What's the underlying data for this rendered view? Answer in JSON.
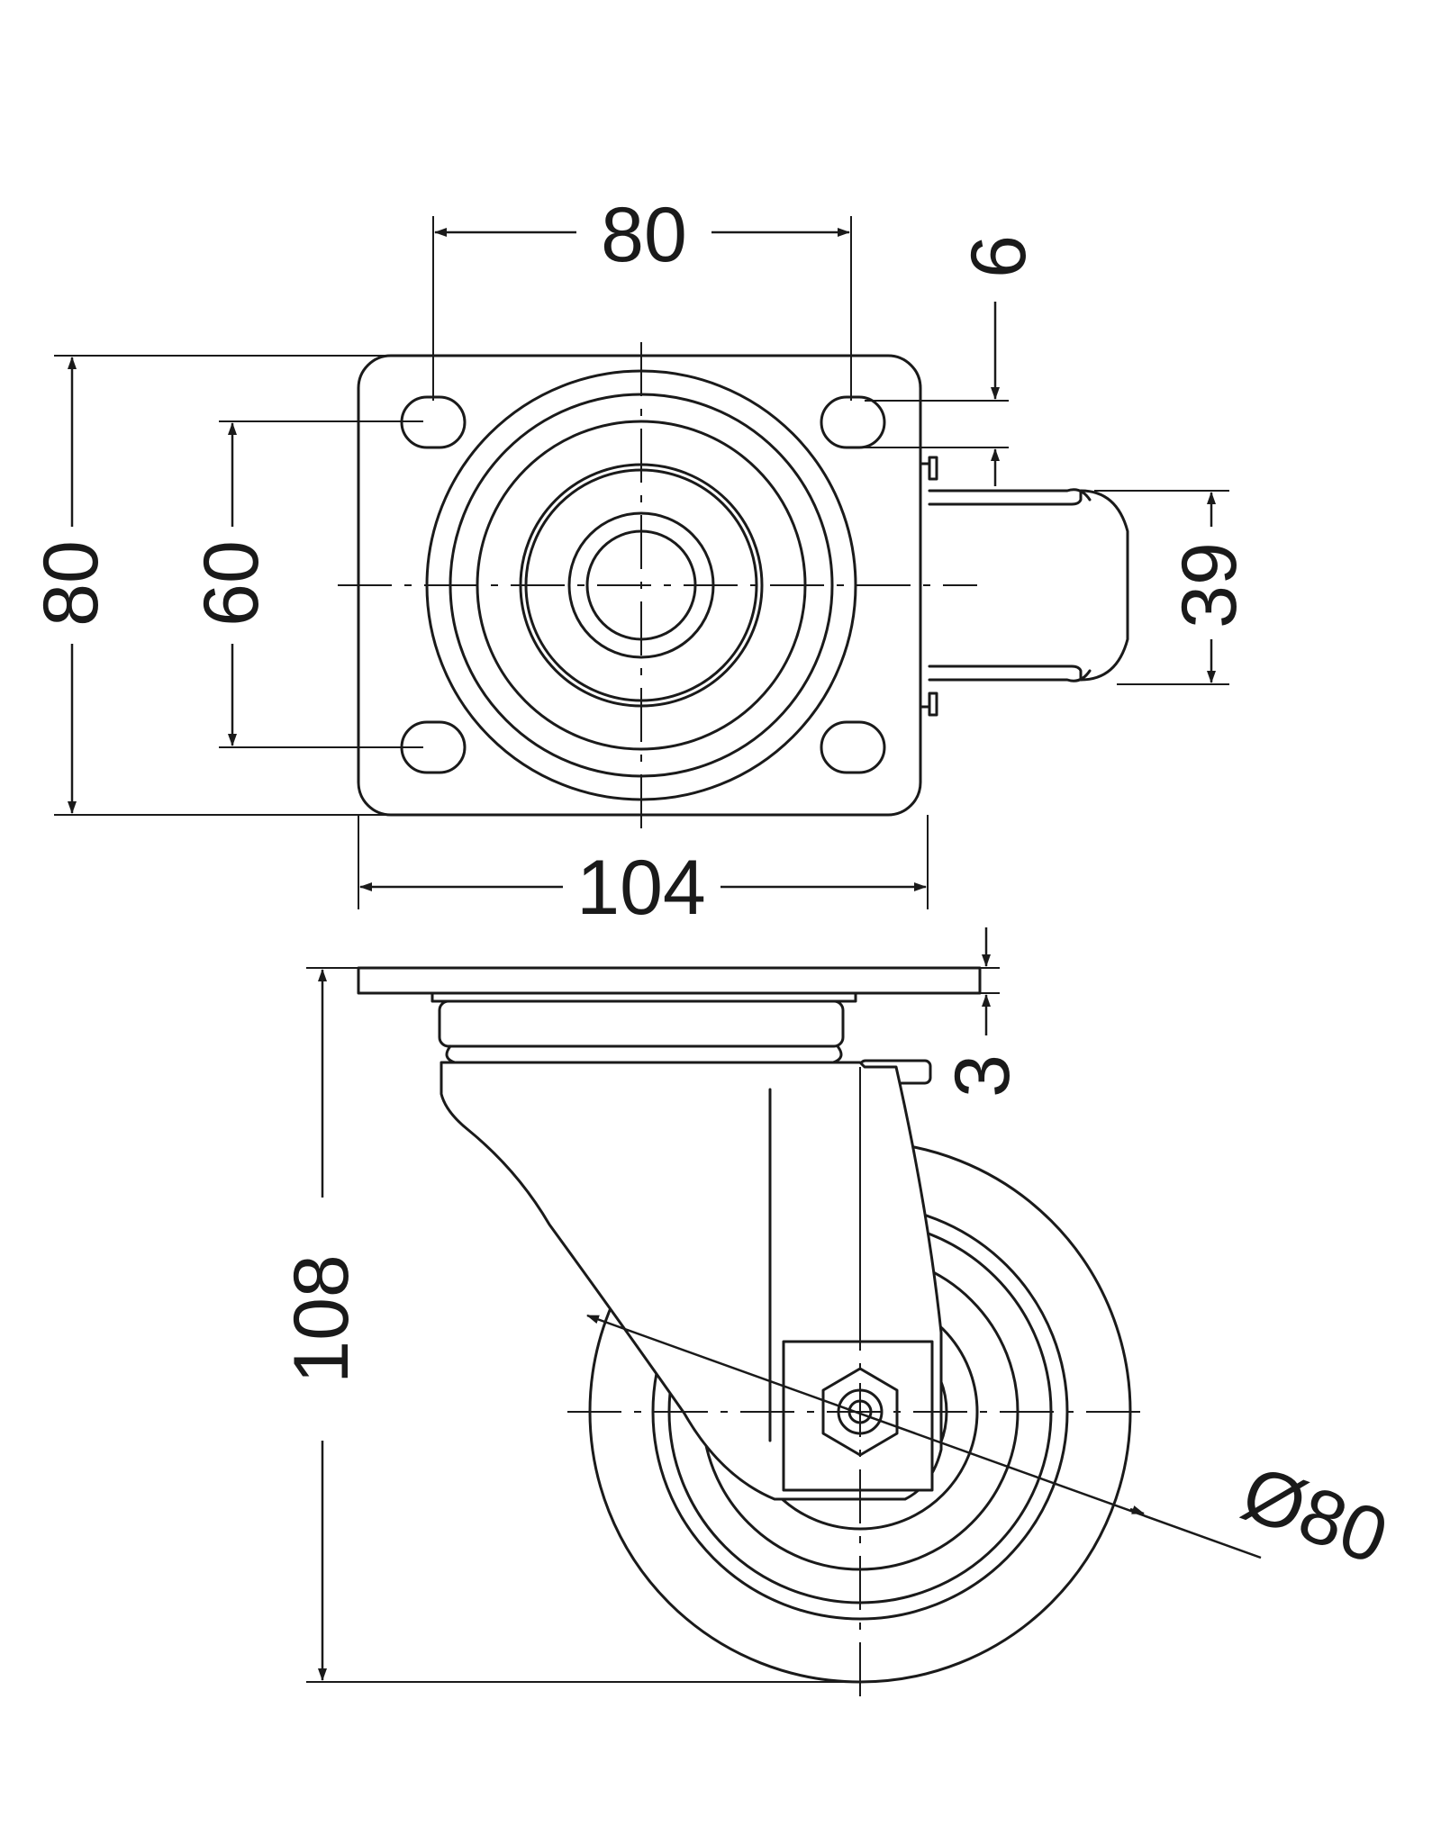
{
  "diagram": {
    "line_color": "#1a1a1a",
    "background": "#ffffff",
    "dimensions": {
      "plate_hole_spacing_x": "80",
      "plate_thickness_top": "6",
      "plate_height": "80",
      "plate_hole_spacing_y": "60",
      "wheel_width": "39",
      "plate_width": "104",
      "plate_thickness_side": "3",
      "overall_height": "108",
      "wheel_diameter": "Ø80"
    }
  }
}
